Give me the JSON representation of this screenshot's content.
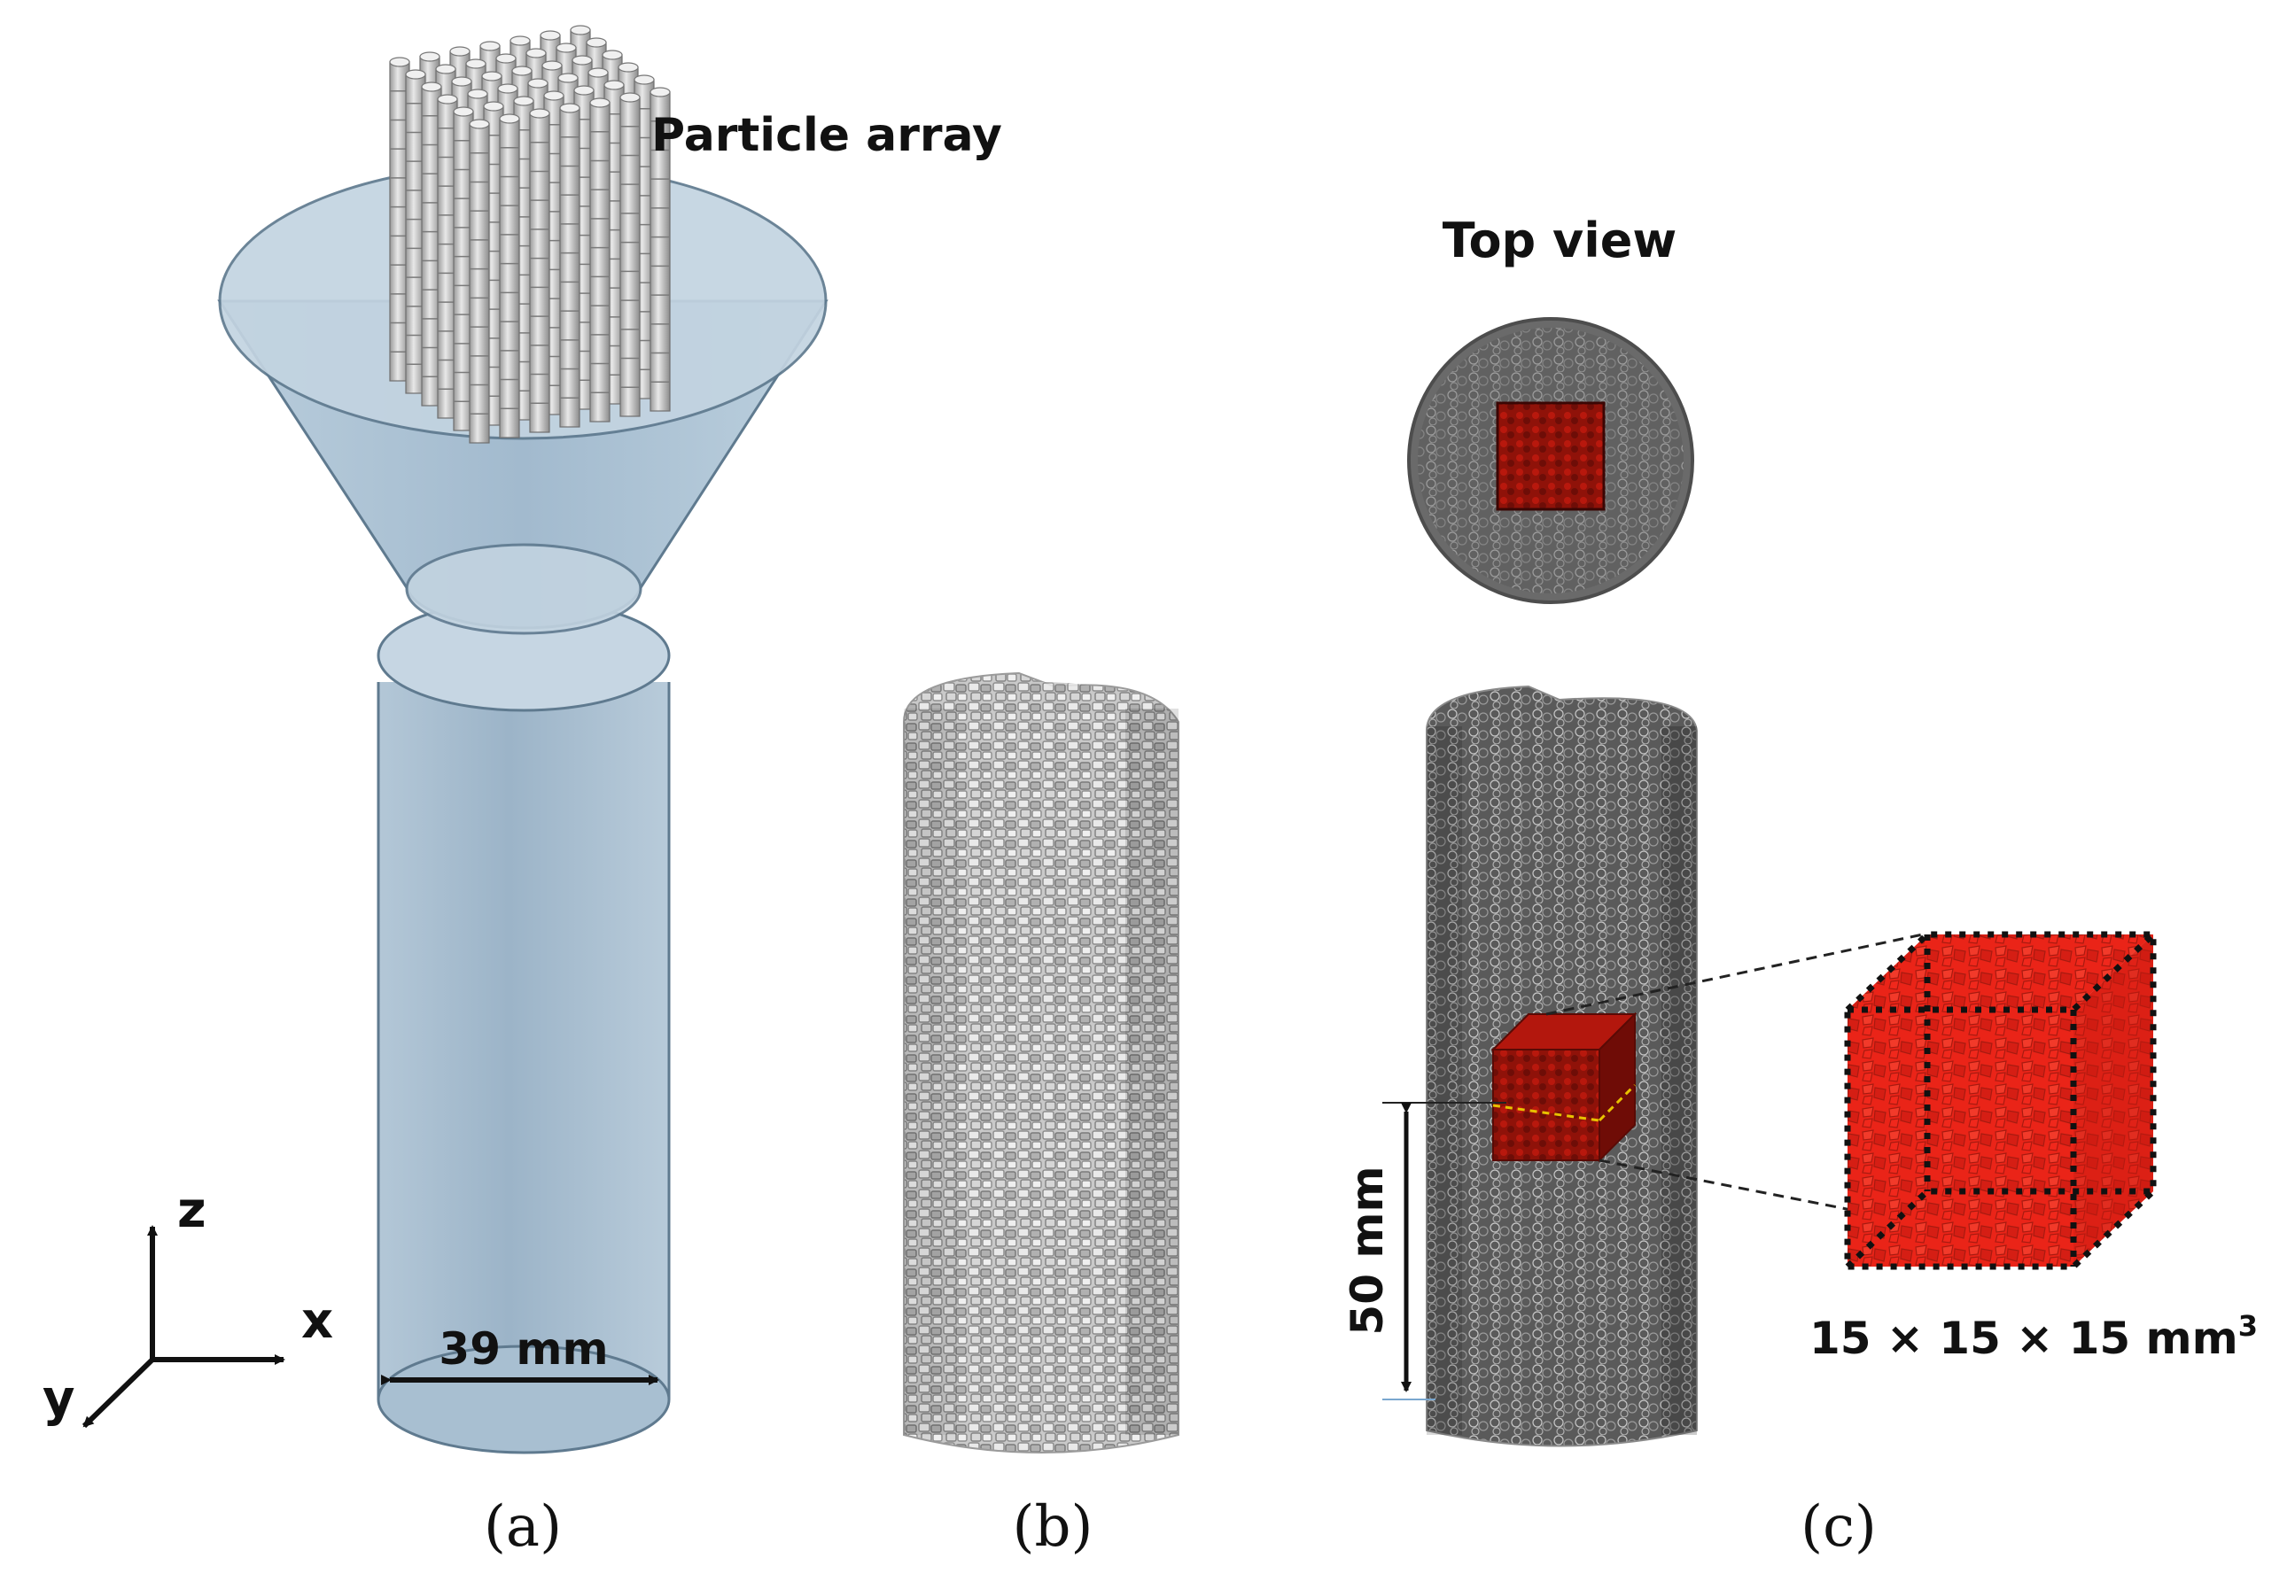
{
  "labels": {
    "particle_array": "Particle array",
    "diameter": "39 mm",
    "axis_z": "z",
    "axis_x": "x",
    "axis_y": "y",
    "top_view": "Top view",
    "height": "50 mm",
    "cube_size": "15 × 15 × 15 mm",
    "cube_size_sup": "3"
  },
  "captions": {
    "a": "(a)",
    "b": "(b)",
    "c": "(c)"
  },
  "colors": {
    "funnel_fill": "#a9c0d2",
    "funnel_stroke": "#5f7a8f",
    "particle_gray": "#bdbdbd",
    "packed_dark": "#4a4a4a",
    "cube_red": "#e0201a",
    "cube_dark_red": "#8a1410"
  }
}
